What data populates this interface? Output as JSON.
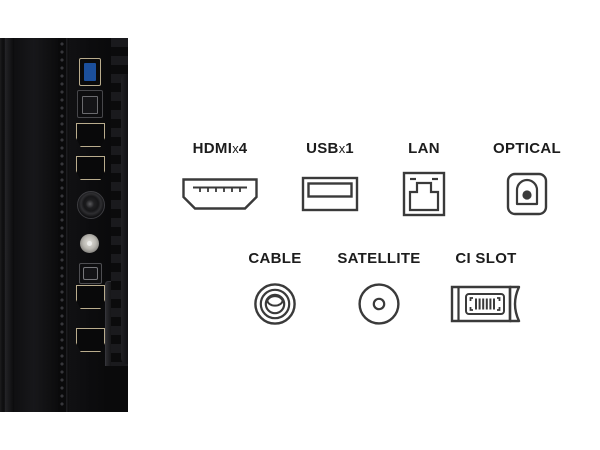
{
  "page": {
    "background_color": "#ffffff",
    "line_color": "#3a3a3a",
    "text_color": "#1c1c1c"
  },
  "product_photo": {
    "alt": "tv-side-port-panel",
    "ports": [
      {
        "name": "usb-3-port",
        "color": "#1b4f9c"
      },
      {
        "name": "lan-rj45-port",
        "color": "#141417"
      },
      {
        "name": "hdmi-port-1",
        "color": "#09090a"
      },
      {
        "name": "hdmi-port-2",
        "color": "#09090a"
      },
      {
        "name": "coaxial-antenna-port",
        "color": "#2e2e31"
      },
      {
        "name": "satellite-f-connector-port",
        "color": "#b9b7b1"
      },
      {
        "name": "optical-audio-port",
        "color": "#131316"
      },
      {
        "name": "hdmi-port-3",
        "color": "#09090a"
      },
      {
        "name": "hdmi-port-4",
        "color": "#09090a"
      },
      {
        "name": "ci-card-slot",
        "color": "#232326"
      }
    ]
  },
  "connectivity": {
    "rows": [
      {
        "items": [
          {
            "key": "hdmi",
            "label": "HDMI",
            "multiplier": "x",
            "count": "4",
            "icon": "hdmi-port-icon"
          },
          {
            "key": "usb",
            "label": "USB",
            "multiplier": "x",
            "count": "1",
            "icon": "usb-port-icon"
          },
          {
            "key": "lan",
            "label": "LAN",
            "multiplier": "",
            "count": "",
            "icon": "lan-rj45-icon"
          },
          {
            "key": "optical",
            "label": "OPTICAL",
            "multiplier": "",
            "count": "",
            "icon": "optical-toslink-icon"
          }
        ]
      },
      {
        "items": [
          {
            "key": "cable",
            "label": "CABLE",
            "multiplier": "",
            "count": "",
            "icon": "coaxial-cable-icon"
          },
          {
            "key": "satellite",
            "label": "SATELLITE",
            "multiplier": "",
            "count": "",
            "icon": "satellite-f-connector-icon"
          },
          {
            "key": "cislot",
            "label": "CI SLOT",
            "multiplier": "",
            "count": "",
            "icon": "ci-card-slot-icon"
          }
        ]
      }
    ]
  }
}
